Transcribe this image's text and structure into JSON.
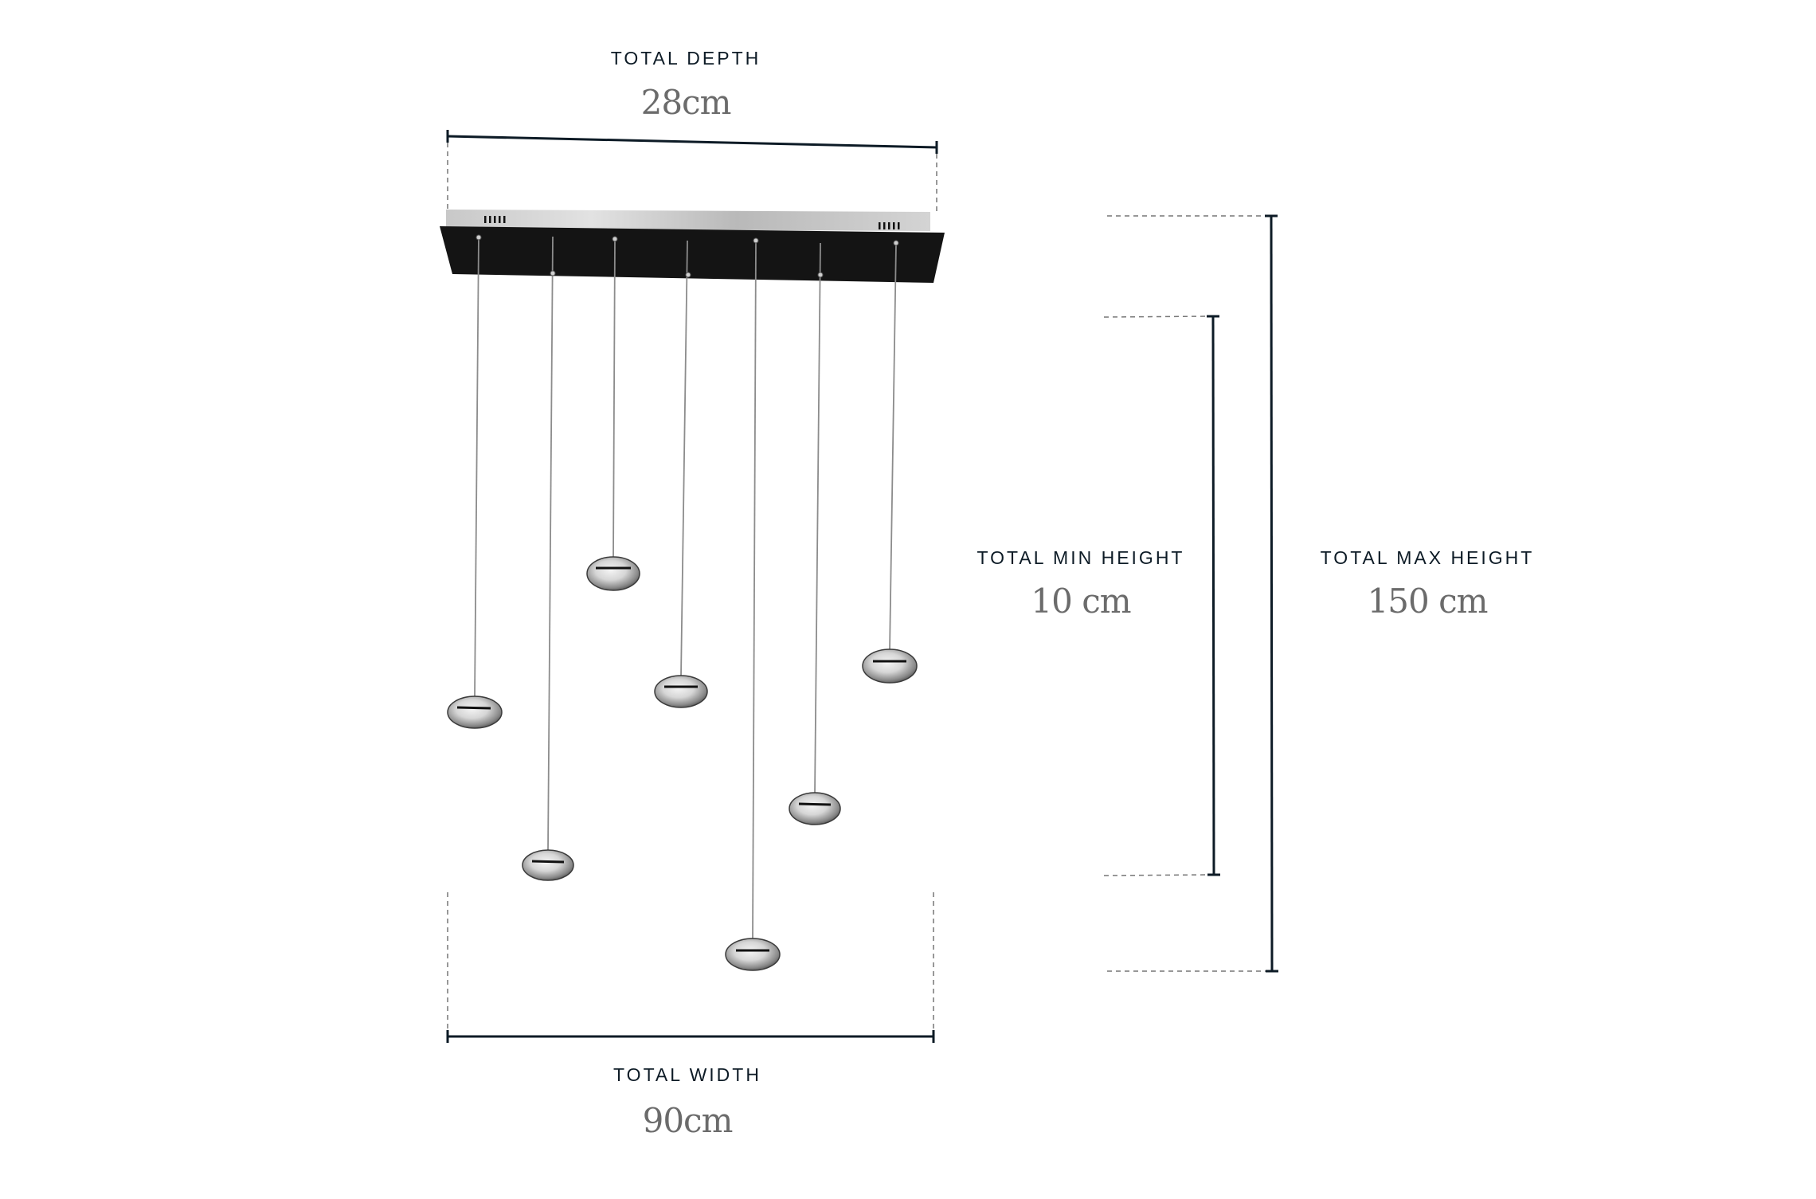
{
  "dimensions": {
    "depth": {
      "label": "TOTAL DEPTH",
      "value": "28cm"
    },
    "min_height": {
      "label": "TOTAL MIN HEIGHT",
      "value": "10 cm"
    },
    "max_height": {
      "label": "TOTAL MAX HEIGHT",
      "value": "150 cm"
    },
    "width": {
      "label": "TOTAL WIDTH",
      "value": "90cm"
    }
  },
  "product": {
    "type": "pendant-light",
    "canopy": "rectangular black canopy with chrome edge",
    "pendant_count": 7
  },
  "colors": {
    "label_text": "#0d1b26",
    "value_text": "#6b6b6b",
    "dimension_line": "#0d1b26",
    "canopy_plate": "#141414",
    "canopy_edge": "#bdbdbd"
  }
}
